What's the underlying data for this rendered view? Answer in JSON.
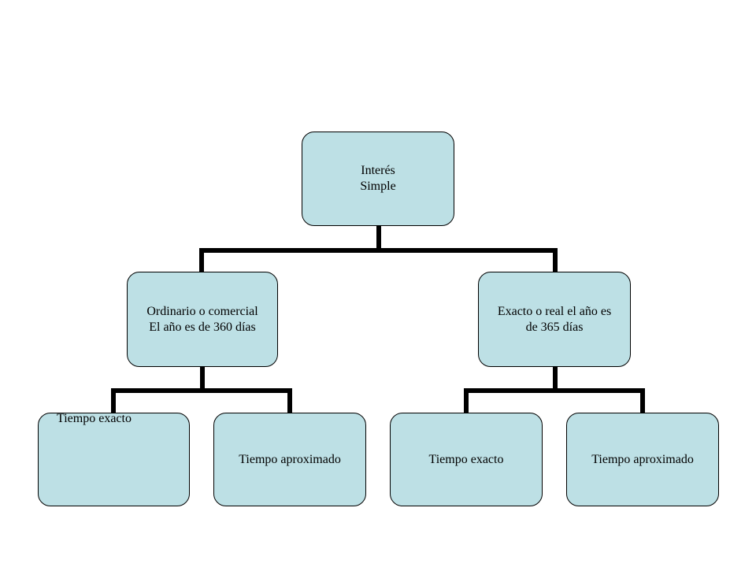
{
  "diagram": {
    "root": {
      "lines": [
        "Interés",
        "Simple"
      ]
    },
    "left": {
      "lines": [
        "Ordinario o comercial",
        "El año es de 360 días"
      ]
    },
    "right": {
      "lines": [
        "Exacto o real el año es",
        "de 365 días"
      ]
    },
    "left_children": [
      {
        "label": "Tiempo exacto"
      },
      {
        "label": "Tiempo aproximado"
      }
    ],
    "right_children": [
      {
        "label": "Tiempo exacto"
      },
      {
        "label": "Tiempo aproximado"
      }
    ]
  },
  "colors": {
    "node_fill": "#bde0e5",
    "node_border": "#000000",
    "connector": "#000000",
    "background": "#ffffff"
  }
}
